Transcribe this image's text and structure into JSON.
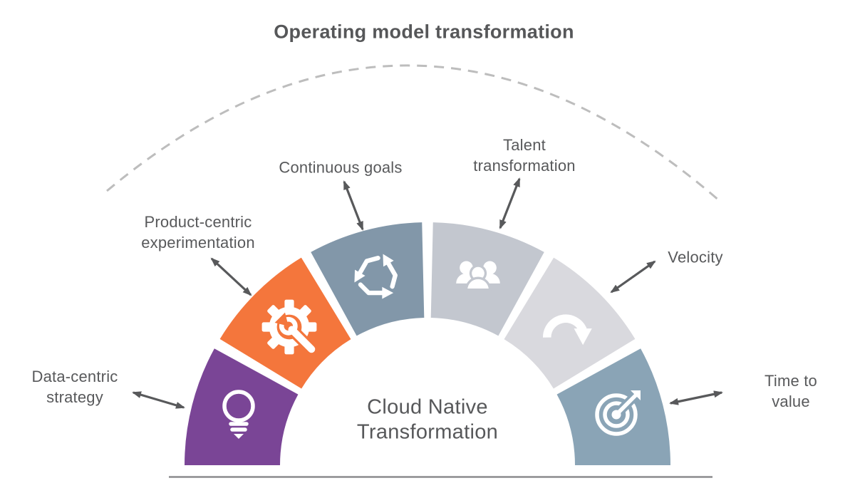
{
  "title": "Operating model transformation",
  "center_label": "Cloud Native\nTransformation",
  "colors": {
    "text": "#58595b",
    "arrow": "#58595b",
    "dashed_arc": "#bdbdbd",
    "baseline": "#8b8c8e",
    "icon": "#ffffff"
  },
  "segments": [
    {
      "label": "Data-centric\nstrategy",
      "color": "#7a4596",
      "icon": "lightbulb-icon"
    },
    {
      "label": "Product-centric\nexperimentation",
      "color": "#f4763c",
      "icon": "gear-wrench-icon"
    },
    {
      "label": "Continuous goals",
      "color": "#8297a9",
      "icon": "recycle-icon"
    },
    {
      "label": "Talent\ntransformation",
      "color": "#c3c7cf",
      "icon": "people-icon"
    },
    {
      "label": "Velocity",
      "color": "#d9d9de",
      "icon": "rotate-arrow-icon"
    },
    {
      "label": "Time to value",
      "color": "#8aa4b6",
      "icon": "target-icon"
    }
  ]
}
